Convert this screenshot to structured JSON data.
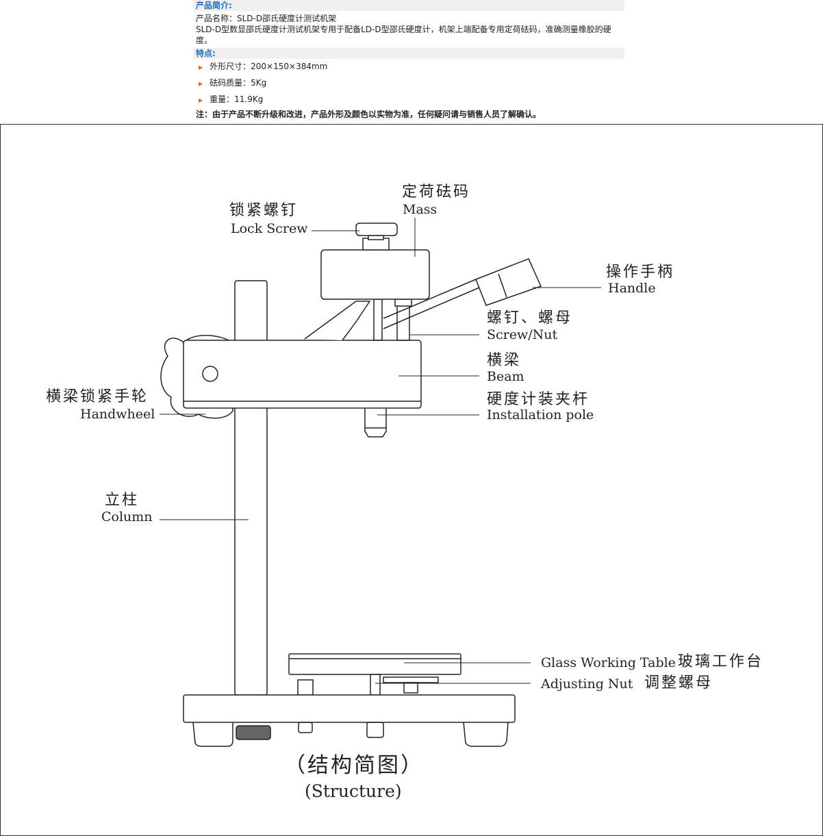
{
  "intro": {
    "heading": "产品简介:",
    "name_line": "产品名称：SLD-D邵氏硬度计测试机架",
    "desc": "SLD-D型数显邵氏硬度计测试机架专用于配备LD-D型邵氏硬度计，机架上端配备专用定荷砝码，准确测量橡胶的硬度。"
  },
  "features": {
    "heading": "特点:",
    "items": [
      "外形尺寸：200×150×384mm",
      "砝码质量：5Kg",
      "重量：11.9Kg"
    ]
  },
  "note": "注：由于产品不断升级和改进，产品外形及颜色以实物为准，任何疑问请与销售人员了解确认。",
  "diagram": {
    "mass": {
      "zh": "定荷砝码",
      "en": "Mass"
    },
    "lock": {
      "zh": "锁紧螺钉",
      "en": "Lock Screw"
    },
    "handle": {
      "zh": "操作手柄",
      "en": "Handle"
    },
    "screw": {
      "zh": "螺钉、螺母",
      "en": "Screw/Nut"
    },
    "beam": {
      "zh": "横梁",
      "en": "Beam"
    },
    "pole": {
      "zh": "硬度计装夹杆",
      "en": "Installation pole"
    },
    "wheel": {
      "zh": "横梁锁紧手轮",
      "en": "Handwheel"
    },
    "column": {
      "zh": "立柱",
      "en": "Column"
    },
    "table": {
      "zh": "玻璃工作台",
      "en": "Glass Working Table"
    },
    "nut": {
      "zh": "调整螺母",
      "en": "Adjusting Nut"
    },
    "caption_zh": "（结构简图）",
    "caption_en": "(Structure)"
  }
}
